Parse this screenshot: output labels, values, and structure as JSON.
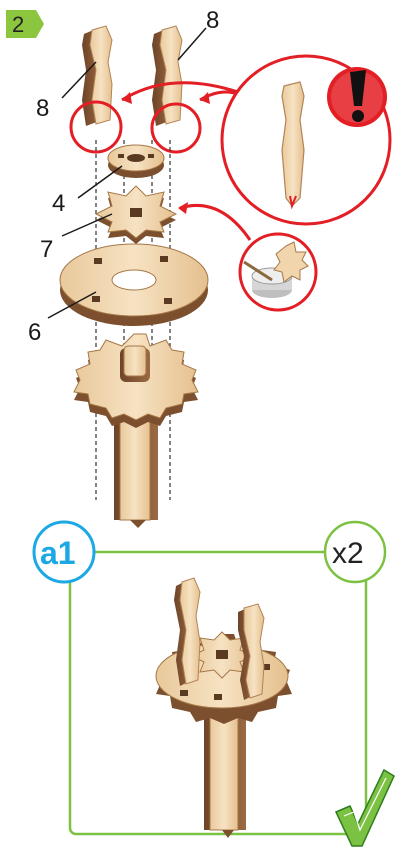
{
  "step": {
    "number": "2"
  },
  "callouts": {
    "part_top_left": "8",
    "part_top_right": "8",
    "part_small_gear": "4",
    "part_star": "7",
    "part_large_disk": "6"
  },
  "subassembly": {
    "label": "a1",
    "quantity": "x2"
  },
  "icons": {
    "warning": "exclamation-icon",
    "glue": "glue-pot-icon",
    "done": "checkmark-icon"
  },
  "colors": {
    "step_badge": "#8cc63f",
    "callout_line": "#e31e24",
    "frame_green": "#7cc242",
    "label_blue": "#1ba8e3",
    "wood_light": "#f2d9b5",
    "wood_edge": "#8b5e3c"
  }
}
